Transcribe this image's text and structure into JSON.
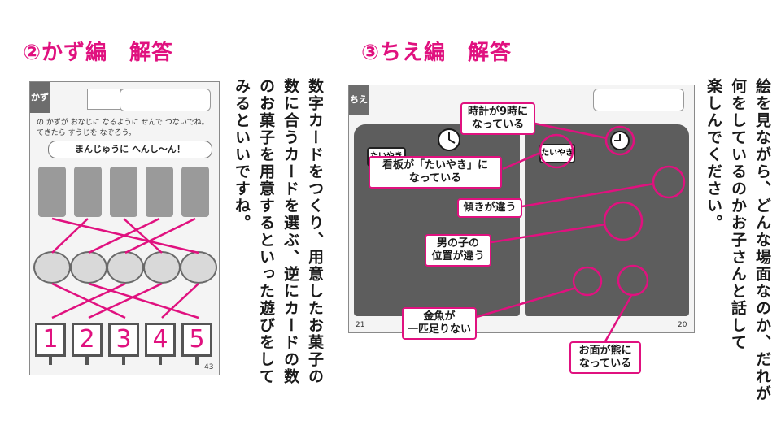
{
  "colors": {
    "accent": "#e0117f",
    "text": "#1a1a1a"
  },
  "left": {
    "title": "②かず編　解答",
    "tab": "かず",
    "speech": "まんじゅうに へんし〜ん！",
    "instructions": "の かずが おなじに なるように せんで つないでね。てきたら すうじを なぞろう。",
    "numbers": [
      "1",
      "2",
      "3",
      "4",
      "5"
    ],
    "page_number": "43",
    "description": "数字カードをつくり、用意したお菓子の数に合うカードを選ぶ、逆にカードの数のお菓子を用意するといった遊びをしてみるといいですね。",
    "description_lines": [
      "数字カードをつくり、用意したお菓子の",
      "数に合うカードを選ぶ、逆にカードの数",
      "のお菓子を用意するといった遊びをして",
      "みるといいですね。"
    ]
  },
  "right": {
    "title": "③ちえ編　解答",
    "tab": "ちえ",
    "page_left_number": "21",
    "page_right_number": "20",
    "sign": "たいやき",
    "callouts": [
      "時計が9時になっている",
      "看板が「たいやき」になっている",
      "傾きが違う",
      "男の子の位置が違う",
      "金魚が一匹足りない",
      "お面が熊になっている"
    ],
    "callout_lines": [
      [
        "時計が9時に",
        "なっている"
      ],
      [
        "看板が「たいやき」に",
        "なっている"
      ],
      [
        "傾きが違う"
      ],
      [
        "男の子の",
        "位置が違う"
      ],
      [
        "金魚が",
        "一匹足りない"
      ],
      [
        "お面が熊に",
        "なっている"
      ]
    ],
    "description": "絵を見ながら、どんな場面なのか、だれが何をしているのかお子さんと話して楽しんでください。",
    "description_lines": [
      "絵を見ながら、どんな場面なのか、だれが",
      "何をしているのかお子さんと話して",
      "楽しんでください。"
    ]
  }
}
